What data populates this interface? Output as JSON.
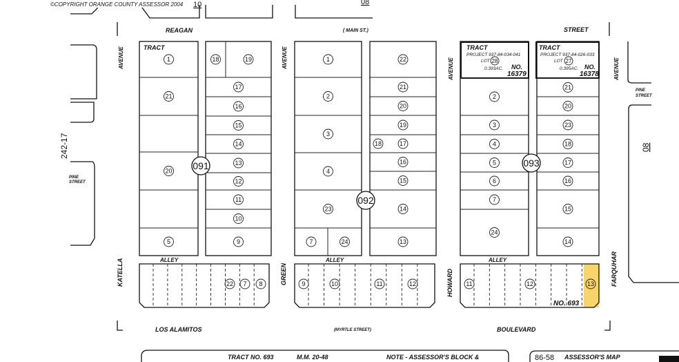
{
  "header": {
    "copyright": "©COPYRIGHT ORANGE COUNTY ASSESSOR 2004",
    "top_page_ref": "10",
    "top_page_ref2": "08"
  },
  "streets": {
    "reagan": "REAGAN",
    "main_st": "( MAIN  ST.)",
    "street_ne": "STREET",
    "avenue": "AVENUE",
    "katella": "KATELLA",
    "green": "GREEN",
    "howard": "HOWARD",
    "farquhar": "FARQUHAR",
    "alley": "ALLEY",
    "los_alamitos": "LOS   ALAMITOS",
    "myrtle": "(MYRTLE STREET)",
    "boulevard": "BOULEVARD",
    "pine_street": "PINE\nSTREET",
    "pine_line1": "PINE",
    "pine_line2": "STREET"
  },
  "side_refs": {
    "left_map": "242-17",
    "right_map": "08"
  },
  "tract_labels": {
    "tract": "TRACT"
  },
  "tracts": [
    {
      "title": "TRACT",
      "project": "PROJECT 937-84-034-041",
      "lot": "LOT",
      "lot_no": "28",
      "acreage": "0.393AC.",
      "no_label": "NO.",
      "no": "16379"
    },
    {
      "title": "TRACT",
      "project": "PROJECT 937-84-026-033",
      "lot": "LOT",
      "lot_no": "27",
      "acreage": "0.395AC.",
      "no_label": "NO.",
      "no": "16378"
    }
  ],
  "blocks": [
    {
      "id": "091",
      "left": [
        "1",
        "21",
        "",
        "20",
        "",
        "5"
      ],
      "right": [
        "18",
        "19",
        "17",
        "16",
        "15",
        "14",
        "13",
        "12",
        "11",
        "10",
        "9"
      ],
      "south": [
        "22",
        "7",
        "8"
      ]
    },
    {
      "id": "092",
      "left": [
        "1",
        "2",
        "3",
        "4",
        "23",
        "7",
        "24"
      ],
      "right": [
        "22",
        "21",
        "20",
        "19",
        "18",
        "17",
        "16",
        "15",
        "14",
        "13"
      ],
      "south": [
        "9",
        "10",
        "11",
        "12"
      ]
    },
    {
      "id": "093",
      "left": [
        "2",
        "3",
        "4",
        "5",
        "6",
        "7",
        "24"
      ],
      "right": [
        "21",
        "20",
        "23",
        "18",
        "17",
        "16",
        "15",
        "14"
      ],
      "south": [
        "11",
        "12",
        "13"
      ]
    }
  ],
  "highlighted_lot": {
    "block": "093",
    "lot": "13",
    "color": "#f7d56b"
  },
  "south_tract": {
    "label": "NO. 693"
  },
  "footer": {
    "tract": "TRACT NO. 693",
    "mm": "M.M. 20-48",
    "note": "NOTE - ASSESSOR'S BLOCK &",
    "book": "86-58",
    "map_label": "ASSESSOR'S MAP"
  }
}
